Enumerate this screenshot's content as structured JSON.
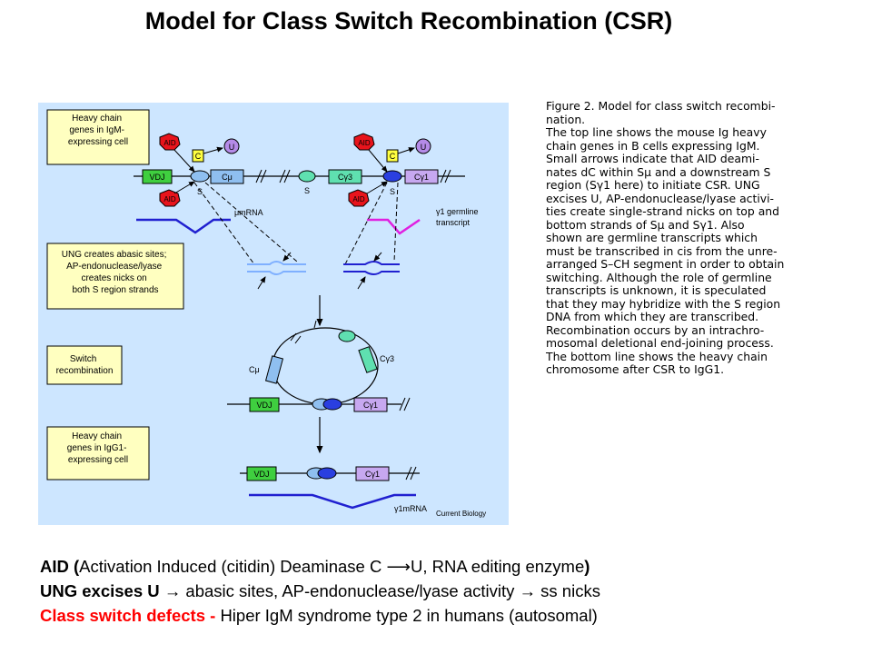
{
  "slide_title": "Model for Class Switch Recombination (CSR)",
  "figure": {
    "stage_boxes": [
      "Heavy chain genes in IgM-expressing cell",
      "UNG creates abasic sites; AP-endonuclease/lyase creates nicks on both S region strands",
      "Switch recombination",
      "Heavy chain genes in IgG1-expressing cell"
    ],
    "stage_lines": [
      [
        "Heavy chain",
        "genes in IgM-",
        "expressing cell"
      ],
      [
        "UNG creates abasic sites;",
        "AP-endonuclease/lyase",
        "creates nicks on",
        "both S region strands"
      ],
      [
        "Switch",
        "recombination"
      ],
      [
        "Heavy chain",
        "genes in IgG1-",
        "expressing cell"
      ]
    ],
    "labels": {
      "aid": "AID",
      "c": "C",
      "u": "U",
      "s": "S",
      "vdj": "VDJ",
      "cmu": "Cμ",
      "cg3": "Cγ3",
      "cg1": "Cγ1",
      "mu_mrna": "μmRNA",
      "g1_germline_1": "γ1 germline",
      "g1_germline_2": "transcript",
      "g1_mrna": "γ1mRNA",
      "credit": "Current Biology"
    },
    "caption_lines": [
      "Figure 2. Model for class switch recombi-",
      "nation.",
      "The top line shows the mouse Ig heavy",
      "chain genes in B cells expressing IgM.",
      "Small arrows indicate that AID deami-",
      "nates dC within Sμ and a downstream S",
      "region (Sγ1 here) to initiate CSR. UNG",
      "excises U, AP-endonuclease/lyase activi-",
      "ties create single-strand nicks on top and",
      "bottom strands of Sμ and Sγ1. Also",
      "shown are germline transcripts which",
      "must be transcribed in cis from the unre-",
      "arranged S–CH segment in order to obtain",
      "switching. Although the role of germline",
      "transcripts is unknown, it is speculated",
      "that they may hybridize with the S region",
      "DNA from which they are transcribed.",
      "Recombination occurs by an intrachro-",
      "mosomal deletional end-joining process.",
      "The bottom line shows the heavy chain",
      "chromosome after CSR to IgG1."
    ]
  },
  "footnotes": {
    "line1": {
      "bold_a": "AID (",
      "text": "Activation Induced (citidin) Deaminase C ⟶U, RNA editing enzyme",
      "bold_b": ")"
    },
    "line2": {
      "bold": "UNG excises U →",
      "text": " abasic sites, AP-endonuclease/lyase activity → ss nicks"
    },
    "line3": {
      "red": "Class switch defects - ",
      "text": "Hiper IgM syndrome type 2 in humans (autosomal)"
    }
  },
  "colors": {
    "figure_bg": "#cde6ff",
    "box_fill": "#ffffc0",
    "aid_red": "#e8141c",
    "u_purple": "#b58be8",
    "vdj_green": "#3fcf3f",
    "cmu_blue": "#8fbff0",
    "cg3_green": "#5fe0b0",
    "cg1_lilac": "#c7a8f0",
    "mrna_blue": "#2020d0",
    "germline_magenta": "#e020e0",
    "footnote_red": "#ff0000"
  }
}
